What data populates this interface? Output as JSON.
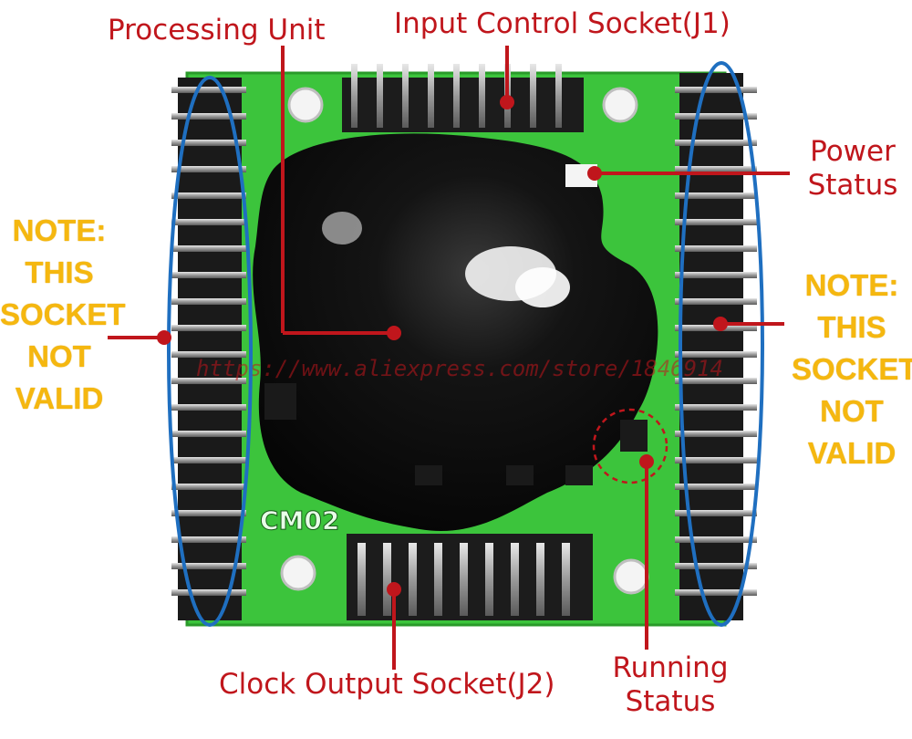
{
  "labels": {
    "processing_unit": "Processing Unit",
    "input_control": "Input Control Socket(J1)",
    "power_status_1": "Power",
    "power_status_2": "Status",
    "clock_output": "Clock Output Socket(J2)",
    "running_status_1": "Running",
    "running_status_2": "Status"
  },
  "notes": {
    "left": [
      "NOTE:",
      "THIS",
      "SOCKET",
      "NOT",
      "VALID"
    ],
    "right": [
      "NOTE:",
      "THIS",
      "SOCKET",
      "NOT",
      "VALID"
    ]
  },
  "board": {
    "silkscreen": "CM02",
    "watermark": "https://www.aliexpress.com/store/1846914"
  },
  "colors": {
    "label_red": "#c0161c",
    "note_yellow": "#f5b70f",
    "ellipse_blue": "#1f6fc0",
    "pcb_green": "#3cc43c",
    "epoxy_black": "#0d0d0d"
  }
}
